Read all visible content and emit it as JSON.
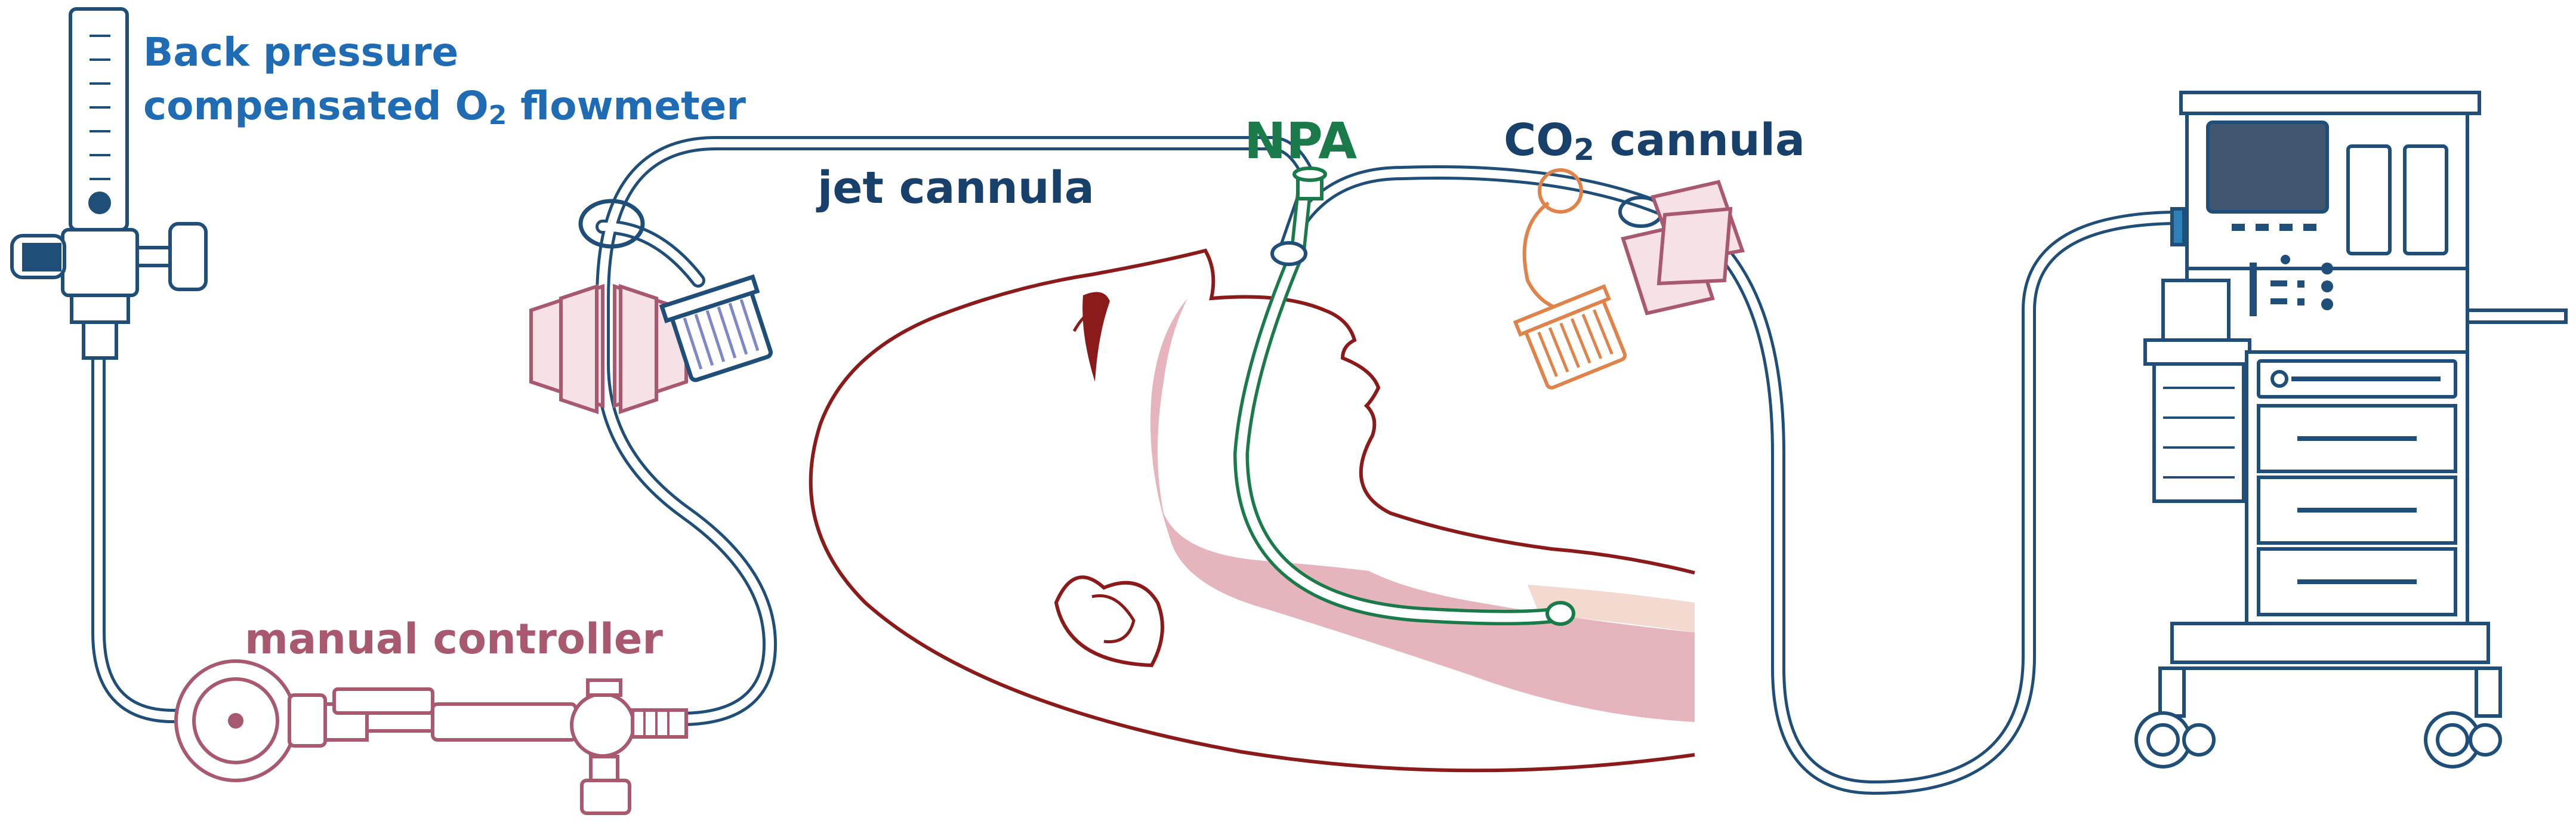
{
  "labels": {
    "flowmeter_line1": "Back pressure",
    "flowmeter_line2_prefix": "compensated O",
    "flowmeter_line2_sub": "2",
    "flowmeter_line2_suffix": " flowmeter",
    "jet_cannula": "jet cannula",
    "npa": "NPA",
    "co2_prefix": "CO",
    "co2_sub": "2",
    "co2_suffix": " cannula",
    "manual_controller": "manual controller"
  },
  "colors": {
    "navy": "#1f4e79",
    "blue_text": "#1f6cb5",
    "dark_blue_text": "#17406b",
    "green": "#1a7a4a",
    "mauve": "#a8586f",
    "red": "#8b1a1a",
    "pink_fill": "#e6b4bc",
    "orange": "#e0834a",
    "monitor": "#40576f",
    "purple_cap": "#7e87c9"
  },
  "icons": [
    "flowmeter-icon",
    "manual-controller-icon",
    "jet-cannula-connector-icon",
    "patient-head-icon",
    "npa-tube-icon",
    "co2-cannula-connector-icon",
    "anesthesia-machine-icon"
  ]
}
